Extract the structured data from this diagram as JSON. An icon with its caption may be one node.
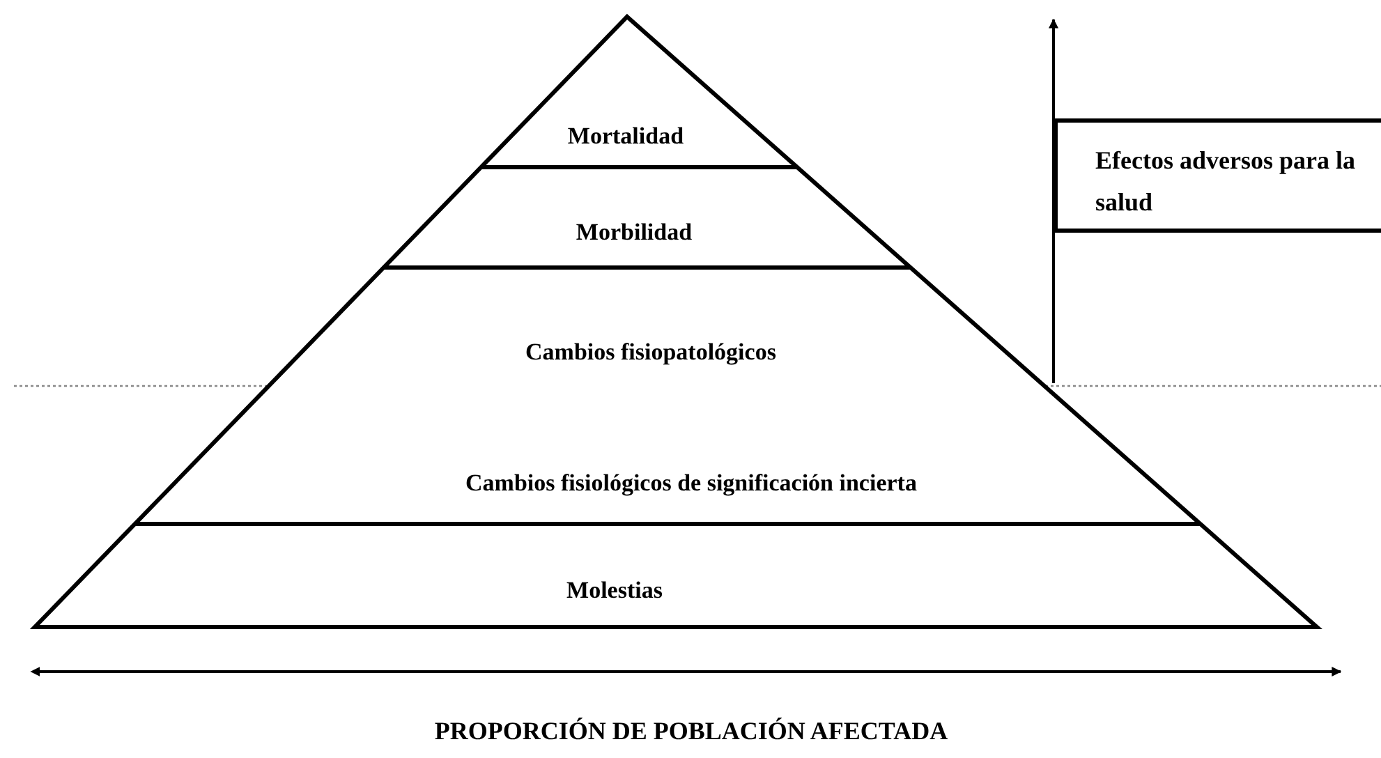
{
  "diagram": {
    "nodes": [
      {
        "text": [
          "Mortalidad"
        ]
      },
      {
        "text": [
          "Morbilidad"
        ]
      },
      {
        "text": [
          "Cambios fisiopatológicos"
        ]
      },
      {
        "text": [
          "Cambios fisiológicos de significación incierta"
        ]
      },
      {
        "text": [
          "Molestias"
        ]
      },
      {
        "text": [
          "Efectos adversos para la salud"
        ]
      }
    ],
    "labels": [
      "PROPORCIÓN DE POBLACIÓN AFECTADA"
    ]
  }
}
